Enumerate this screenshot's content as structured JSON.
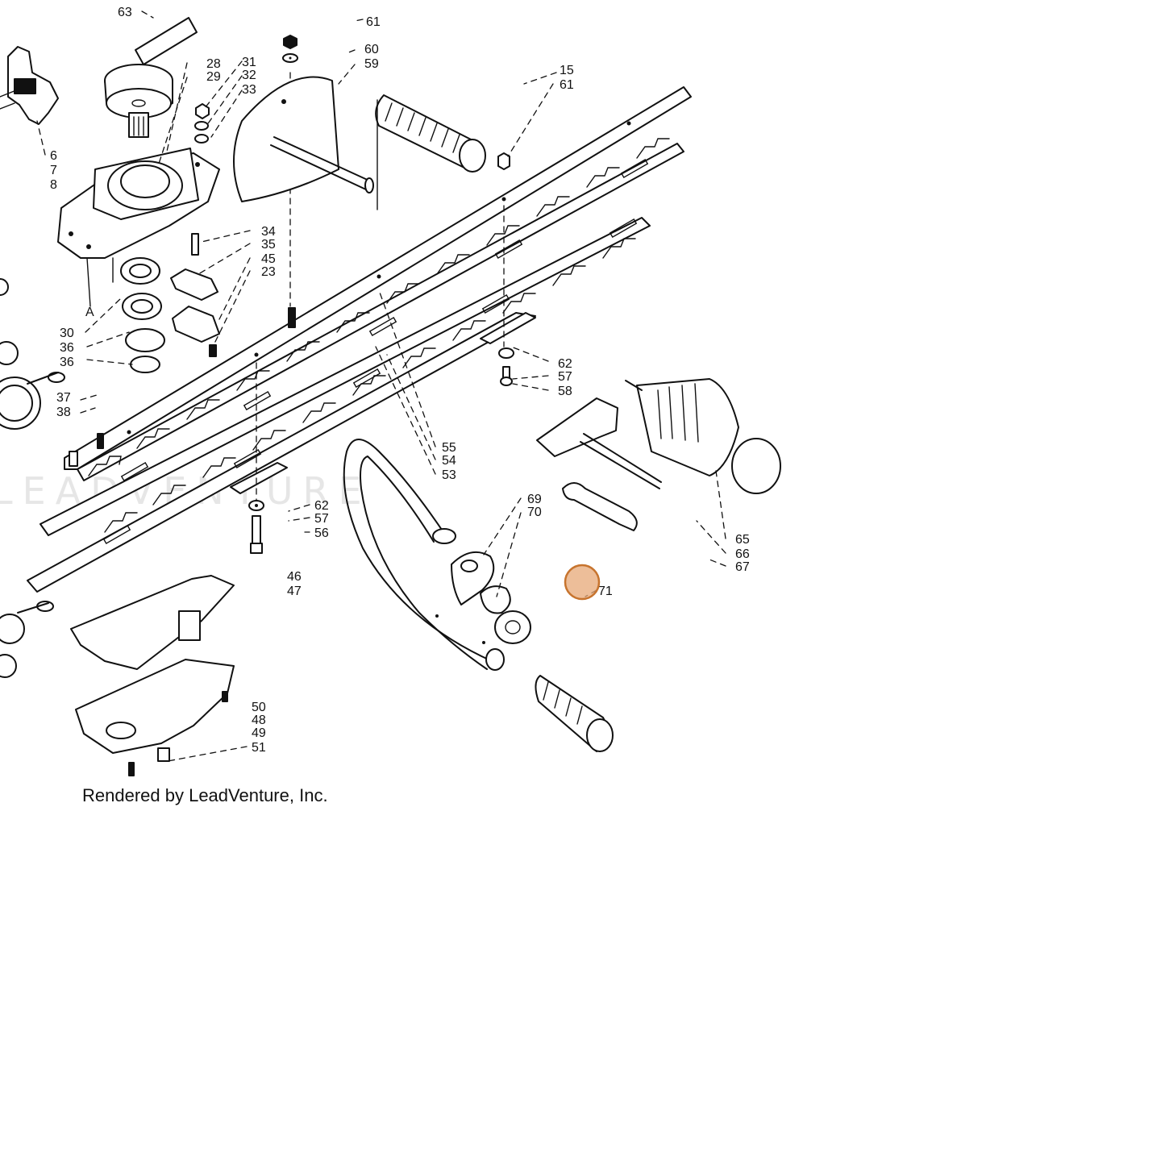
{
  "diagram": {
    "watermark_text": "LEADVENTURE",
    "credit_text": "Rendered by LeadVenture, Inc.",
    "callouts": [
      {
        "id": "c63",
        "text": "63"
      },
      {
        "id": "c61a",
        "text": "61"
      },
      {
        "id": "c60",
        "text": "60"
      },
      {
        "id": "c59",
        "text": "59"
      },
      {
        "id": "c15",
        "text": "15"
      },
      {
        "id": "c61b",
        "text": "61"
      },
      {
        "id": "c28",
        "text": "28"
      },
      {
        "id": "c29",
        "text": "29"
      },
      {
        "id": "c31",
        "text": "31"
      },
      {
        "id": "c32",
        "text": "32"
      },
      {
        "id": "c33",
        "text": "33"
      },
      {
        "id": "c6",
        "text": "6"
      },
      {
        "id": "c7",
        "text": "7"
      },
      {
        "id": "c8",
        "text": "8"
      },
      {
        "id": "c34",
        "text": "34"
      },
      {
        "id": "c35",
        "text": "35"
      },
      {
        "id": "c45",
        "text": "45"
      },
      {
        "id": "c23",
        "text": "23"
      },
      {
        "id": "cA",
        "text": "A"
      },
      {
        "id": "c30",
        "text": "30"
      },
      {
        "id": "c36a",
        "text": "36"
      },
      {
        "id": "c36b",
        "text": "36"
      },
      {
        "id": "c37",
        "text": "37"
      },
      {
        "id": "c38",
        "text": "38"
      },
      {
        "id": "c62a",
        "text": "62"
      },
      {
        "id": "c57a",
        "text": "57"
      },
      {
        "id": "c58",
        "text": "58"
      },
      {
        "id": "c55",
        "text": "55"
      },
      {
        "id": "c54",
        "text": "54"
      },
      {
        "id": "c53",
        "text": "53"
      },
      {
        "id": "c62b",
        "text": "62"
      },
      {
        "id": "c57b",
        "text": "57"
      },
      {
        "id": "c56",
        "text": "56"
      },
      {
        "id": "c69",
        "text": "69"
      },
      {
        "id": "c70",
        "text": "70"
      },
      {
        "id": "c65",
        "text": "65"
      },
      {
        "id": "c66",
        "text": "66"
      },
      {
        "id": "c67",
        "text": "67"
      },
      {
        "id": "c71",
        "text": "71"
      },
      {
        "id": "c46",
        "text": "46"
      },
      {
        "id": "c47",
        "text": "47"
      },
      {
        "id": "c50",
        "text": "50"
      },
      {
        "id": "c48",
        "text": "48"
      },
      {
        "id": "c49",
        "text": "49"
      },
      {
        "id": "c51",
        "text": "51"
      }
    ]
  },
  "colors": {
    "line": "#111111",
    "background": "#ffffff",
    "hotspot_fill": "#e7a877",
    "hotspot_stroke": "#c7742e",
    "watermark": "#e6e6e6"
  }
}
